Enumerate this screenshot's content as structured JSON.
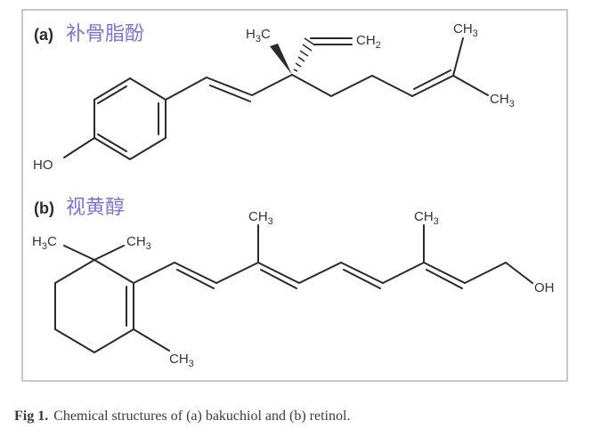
{
  "panels": {
    "a": {
      "tag": "(a)",
      "title": "补骨脂酚"
    },
    "b": {
      "tag": "(b)",
      "title": "视黄醇"
    }
  },
  "atoms": {
    "a": {
      "hydroxyl": "HO",
      "methyl_quat": "H",
      "vinyl": "CH",
      "methyl_top": "CH",
      "methyl_end": "CH"
    },
    "b": {
      "gem_left": "H",
      "gem_right": "CH",
      "methyl_ring": "CH",
      "methyl_chain1": "CH",
      "methyl_chain2": "CH",
      "hydroxyl": "OH"
    }
  },
  "caption": {
    "label": "Fig 1.",
    "text": "Chemical structures of (a) bakuchiol and (b) retinol."
  },
  "colors": {
    "accent": "#7b72d6",
    "frame": "#b5b5b5",
    "bond": "#2a2a2a"
  }
}
